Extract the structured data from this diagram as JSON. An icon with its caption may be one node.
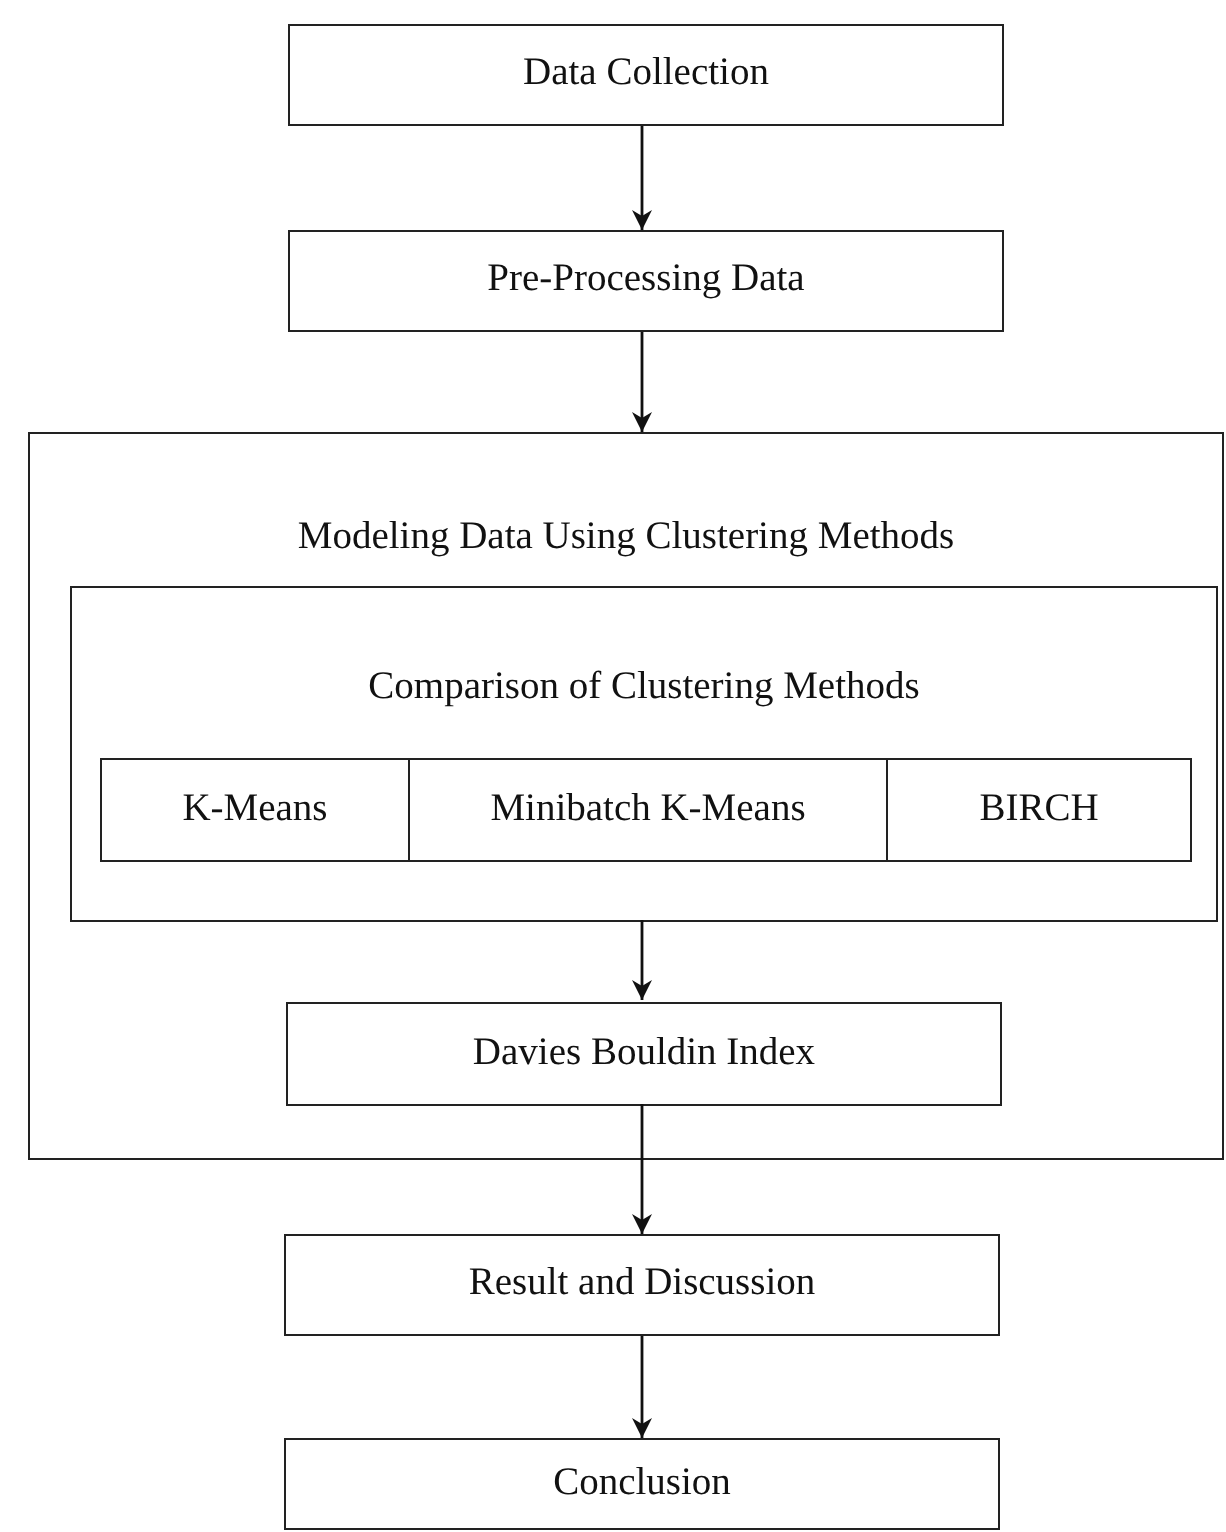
{
  "diagram": {
    "nodes": [
      {
        "text": [
          "Data Collection"
        ]
      },
      {
        "text": [
          "Pre-Processing Data"
        ]
      },
      {
        "text": [
          "Modeling Data Using Clustering Methods"
        ]
      },
      {
        "text": [
          "Comparison of Clustering Methods"
        ],
        "in": 2
      },
      {
        "text": [
          "K-Means"
        ],
        "in": 3
      },
      {
        "text": [
          "Minibatch K-Means"
        ],
        "in": 3
      },
      {
        "text": [
          "BIRCH"
        ],
        "in": 3
      },
      {
        "text": [
          "Davies Bouldin Index"
        ],
        "in": 2
      },
      {
        "text": [
          "Result and Discussion"
        ]
      },
      {
        "text": [
          "Conclusion"
        ]
      }
    ],
    "edges": [
      {
        "from": 0,
        "to": 1,
        "arrow": "to"
      },
      {
        "from": 1,
        "to": 2,
        "arrow": "to"
      },
      {
        "from": 3,
        "to": 7,
        "arrow": "to"
      },
      {
        "from": 7,
        "to": 8,
        "arrow": "to"
      },
      {
        "from": 8,
        "to": 9,
        "arrow": "to"
      }
    ]
  }
}
